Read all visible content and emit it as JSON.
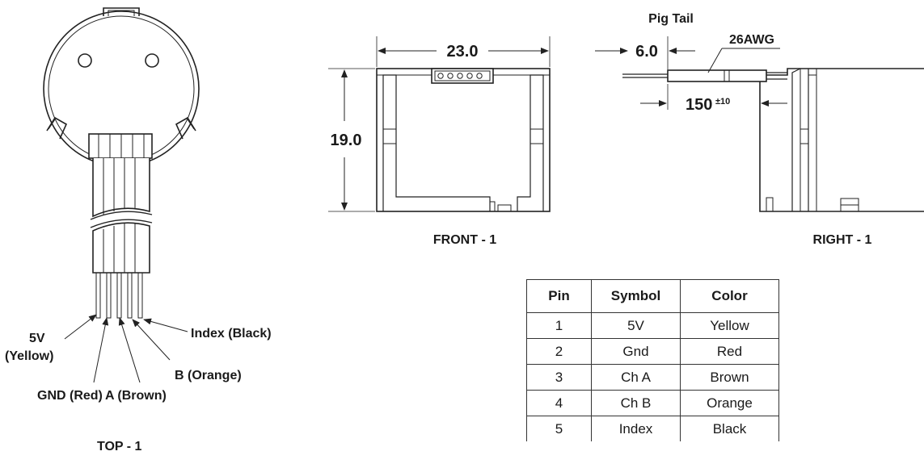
{
  "views": {
    "top": "TOP - 1",
    "front": "FRONT - 1",
    "right": "RIGHT - 1"
  },
  "dimensions": {
    "width": "23.0",
    "height": "19.0",
    "pigtail_stub": "6.0",
    "wire_length": "150",
    "wire_tolerance": "±10",
    "pigtail_label": "Pig Tail",
    "wire_gauge": "26AWG"
  },
  "wire_labels": {
    "v5_line1": "5V",
    "v5_line2": "(Yellow)",
    "gnd": "GND (Red)",
    "a": "A (Brown)",
    "b": "B (Orange)",
    "index": "Index (Black)"
  },
  "pin_table": {
    "headers": [
      "Pin",
      "Symbol",
      "Color"
    ],
    "rows": [
      [
        "1",
        "5V",
        "Yellow"
      ],
      [
        "2",
        "Gnd",
        "Red"
      ],
      [
        "3",
        "Ch A",
        "Brown"
      ],
      [
        "4",
        "Ch B",
        "Orange"
      ],
      [
        "5",
        "Index",
        "Black"
      ]
    ]
  }
}
